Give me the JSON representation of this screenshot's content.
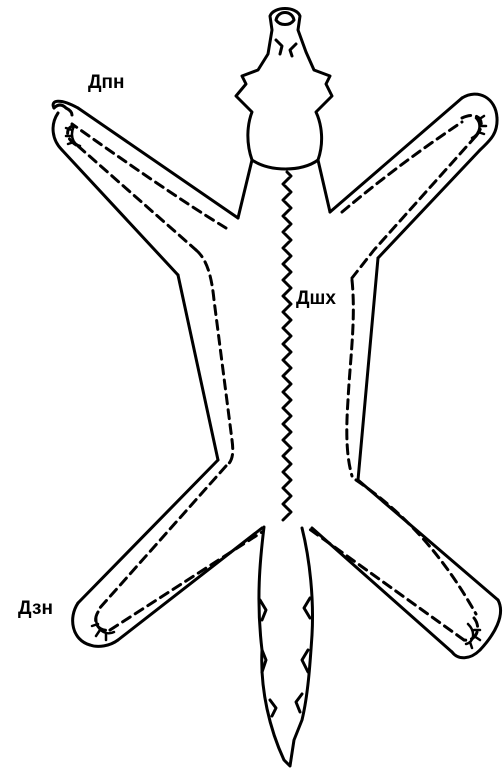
{
  "labels": {
    "front_paw": "Дпн",
    "neck_tail": "Дшх",
    "hind_paw": "Дзн"
  }
}
